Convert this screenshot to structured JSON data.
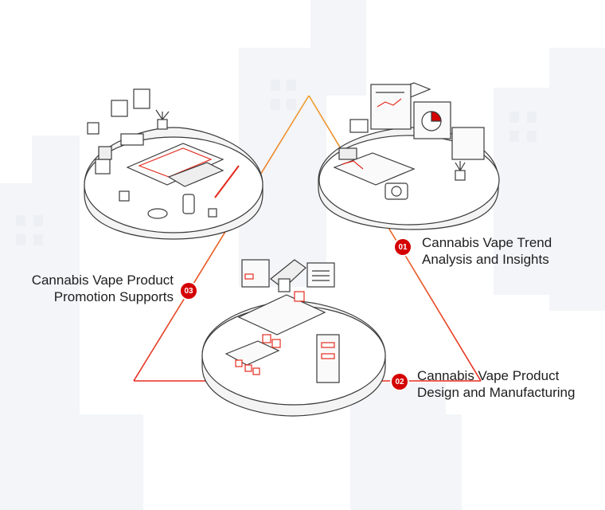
{
  "steps": [
    {
      "number": "01",
      "line1": "Cannabis Vape Trend",
      "line2": "Analysis and Insights"
    },
    {
      "number": "02",
      "line1": "Cannabis Vape Product",
      "line2": "Design and Manufacturing"
    },
    {
      "number": "03",
      "line1": "Cannabis Vape Product",
      "line2": "Promotion Supports"
    }
  ],
  "colors": {
    "accent": "#d40000",
    "line_orange": "#f0a030",
    "line_red": "#e52b1f",
    "ink": "#1e1e1e",
    "platform_stroke": "#3a3a3a"
  }
}
